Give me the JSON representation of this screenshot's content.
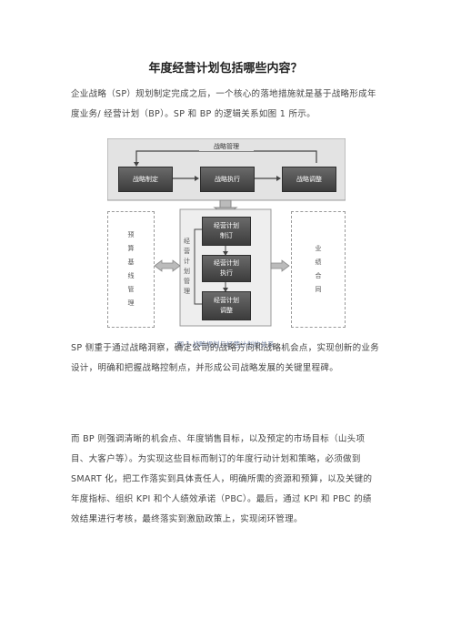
{
  "title": "年度经营计划包括哪些内容？",
  "paragraphs": {
    "p1": "企业战略（SP）规划制定完成之后，一个核心的落地措施就是基于战略形成年度业务/ 经营计划（BP）。SP 和 BP 的逻辑关系如图 1 所示。",
    "p2": "SP 侧重于通过战略洞察，确定公司的战略方向和战略机会点，实现创新的业务设计，明确和把握战略控制点，并形成公司战略发展的关键里程碑。",
    "p3": "而 BP 则强调清晰的机会点、年度销售目标，以及预定的市场目标（山头项目、大客户等）。为实现这些目标而制订的年度行动计划和策略，必须做到 SMART 化，把工作落实到具体责任人，明确所需的资源和预算，以及关键的年度指标、组织 KPI 和个人绩效承诺（PBC）。最后，通过 KPI 和 PBC 的绩效结果进行考核，最终落实到激励政策上，实现闭环管理。"
  },
  "figure": {
    "strategy_label": "战略管理",
    "strategy_boxes": [
      "战略制定",
      "战略执行",
      "战略调整"
    ],
    "plan_mgmt_label": [
      "经",
      "营",
      "计",
      "划",
      "管",
      "理"
    ],
    "plan_boxes": [
      [
        "经营计划",
        "制订"
      ],
      [
        "经营计划",
        "执行"
      ],
      [
        "经营计划",
        "调整"
      ]
    ],
    "left_box": [
      "预",
      "算",
      "基",
      "线",
      "管",
      "理"
    ],
    "right_box": [
      "业",
      "绩",
      "合",
      "同"
    ],
    "caption": "图 1  战略规划与经营计划的关系"
  }
}
